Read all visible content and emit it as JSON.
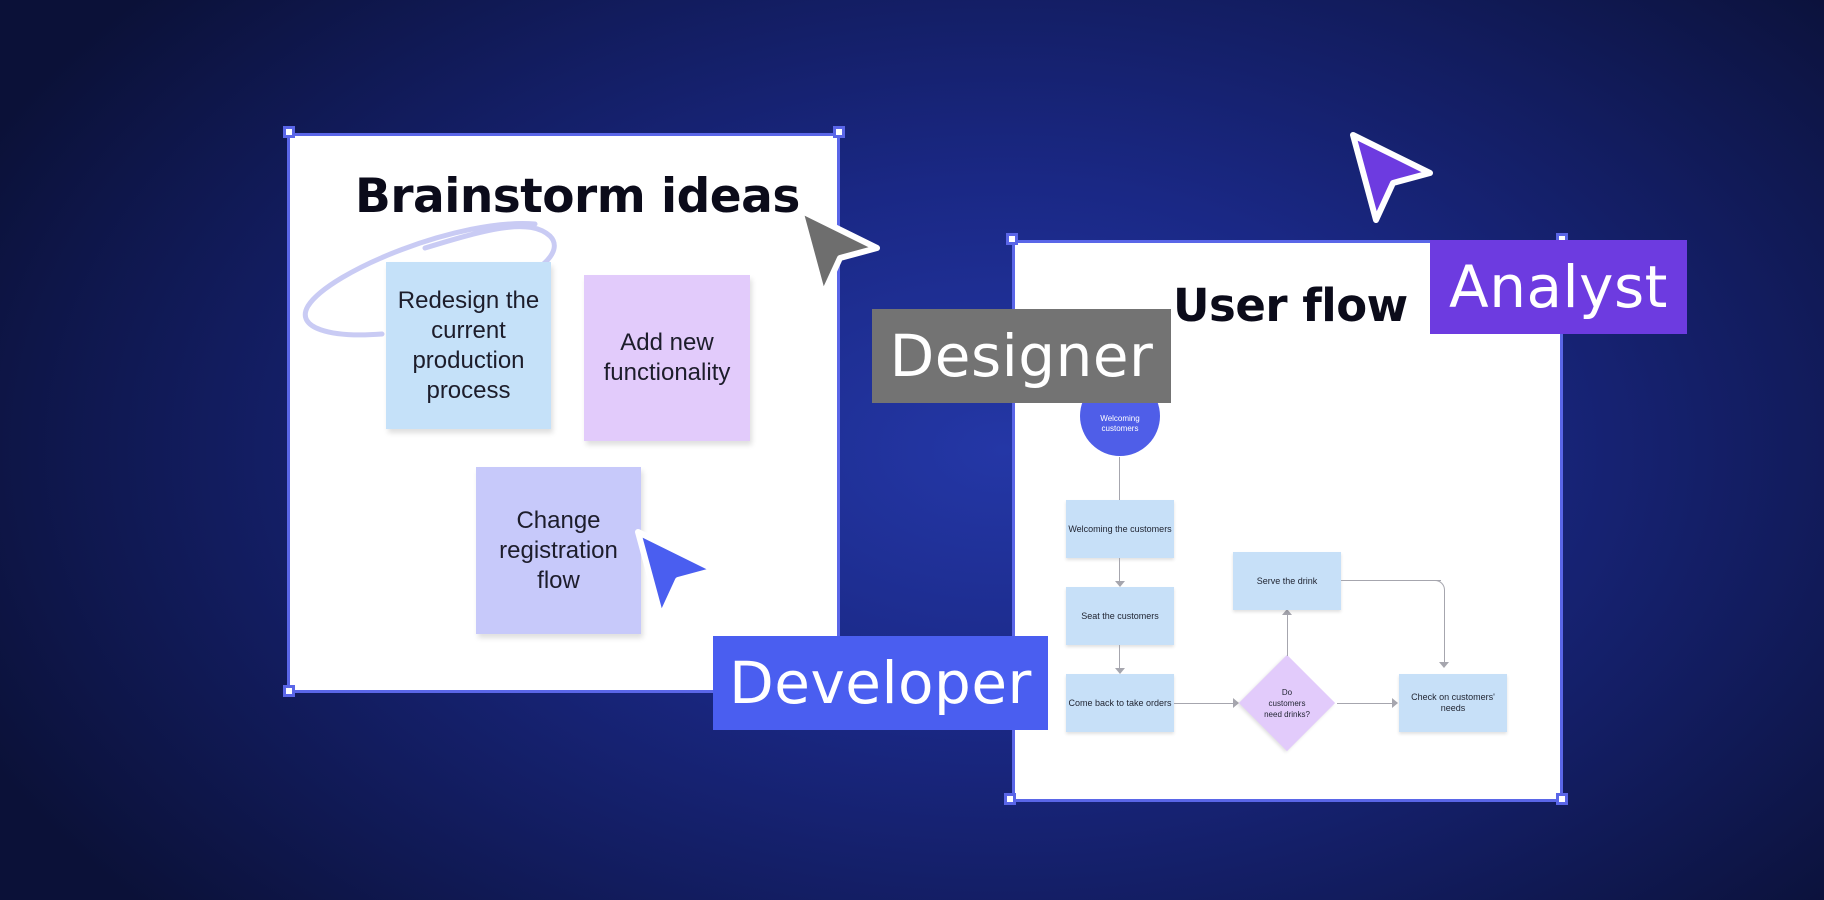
{
  "brainstorm": {
    "title": "Brainstorm ideas",
    "stickies": [
      {
        "text": "Redesign the current production process",
        "color": "#c5e1f9"
      },
      {
        "text": "Add new functionality",
        "color": "#e2cbfb"
      },
      {
        "text": "Change registration flow",
        "color": "#c7c9fa"
      }
    ]
  },
  "userflow": {
    "title": "User flow",
    "start": "Welcoming customers",
    "nodes": {
      "welcome": "Welcoming the customers",
      "seat": "Seat the customers",
      "orders": "Come back to take orders",
      "serve": "Serve the drink",
      "check": "Check on customers' needs"
    },
    "decision": "Do customers need drinks?"
  },
  "roles": {
    "designer": {
      "label": "Designer",
      "color": "#737373"
    },
    "analyst": {
      "label": "Analyst",
      "color": "#6d3be0"
    },
    "developer": {
      "label": "Developer",
      "color": "#4a5ef0"
    }
  },
  "cursors": {
    "designer": {
      "icon": "cursor-arrow-icon",
      "color": "#6e6e6e"
    },
    "analyst": {
      "icon": "cursor-arrow-icon",
      "color": "#6d3be0"
    },
    "developer": {
      "icon": "cursor-arrow-icon",
      "color": "#4a5ef0"
    }
  }
}
